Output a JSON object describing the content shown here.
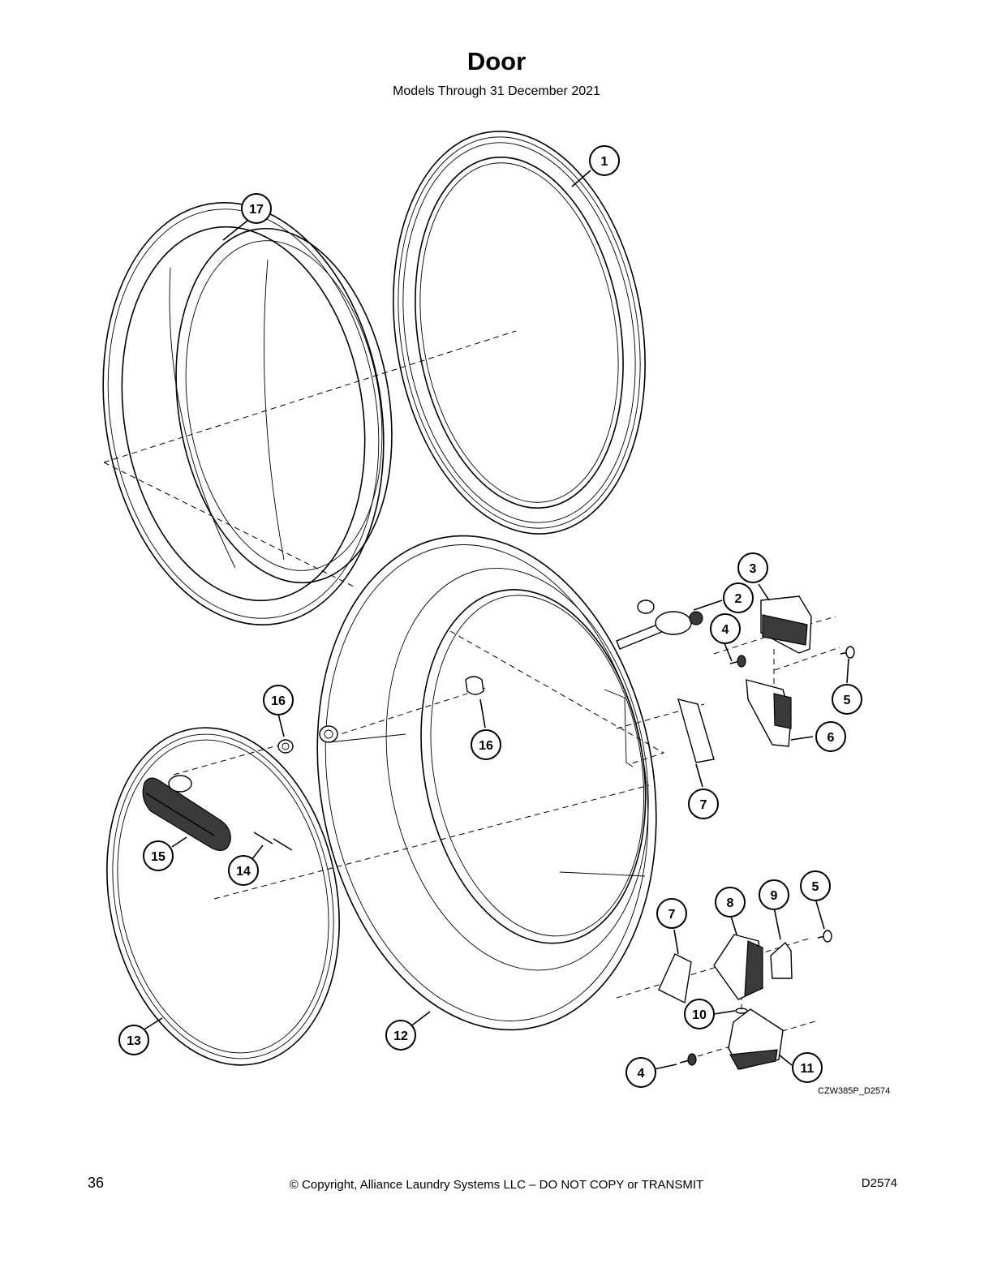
{
  "page": {
    "title": "Door",
    "subtitle": "Models Through 31 December 2021",
    "page_number": "36",
    "copyright": "© Copyright, Alliance Laundry Systems LLC – DO NOT COPY or TRANSMIT",
    "document_code": "D2574",
    "drawing_id": "CZW385P_D2574"
  },
  "callouts": [
    {
      "label": "1"
    },
    {
      "label": "17"
    },
    {
      "label": "3"
    },
    {
      "label": "2"
    },
    {
      "label": "4"
    },
    {
      "label": "5"
    },
    {
      "label": "6"
    },
    {
      "label": "16"
    },
    {
      "label": "16"
    },
    {
      "label": "7"
    },
    {
      "label": "15"
    },
    {
      "label": "14"
    },
    {
      "label": "7"
    },
    {
      "label": "8"
    },
    {
      "label": "9"
    },
    {
      "label": "5"
    },
    {
      "label": "10"
    },
    {
      "label": "13"
    },
    {
      "label": "12"
    },
    {
      "label": "4"
    },
    {
      "label": "11"
    }
  ]
}
